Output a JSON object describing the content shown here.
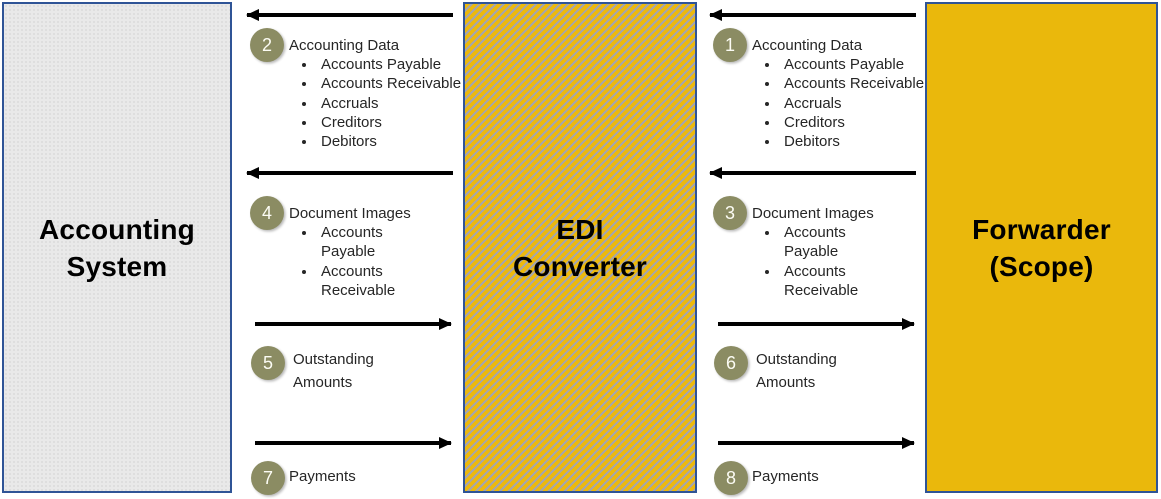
{
  "boxes": {
    "accounting_system": {
      "line1": "Accounting",
      "line2": "System"
    },
    "edi_converter": {
      "line1": "EDI",
      "line2": "Converter"
    },
    "forwarder": {
      "line1": "Forwarder",
      "line2": "(Scope)"
    }
  },
  "colors": {
    "box_border": "#2F5496",
    "accounting_fill": "#E9E9E9",
    "gold_fill": "#EAB80C",
    "stripe_gold": "#EDB90B",
    "stripe_gray": "#A5A5AD",
    "badge_olive": "#8B8C63",
    "arrow": "#000000"
  },
  "flows": {
    "left": [
      {
        "number": "2",
        "direction": "left",
        "label": "Accounting Data",
        "bullets": [
          "Accounts Payable",
          "Accounts Receivable",
          "Accruals",
          "Creditors",
          "Debitors"
        ]
      },
      {
        "number": "4",
        "direction": "left",
        "label": "Document Images",
        "bullets": [
          "Accounts Payable",
          "Accounts Receivable"
        ]
      },
      {
        "number": "5",
        "direction": "right",
        "label": "Outstanding Amounts",
        "bullets": []
      },
      {
        "number": "7",
        "direction": "right",
        "label": "Payments",
        "bullets": []
      }
    ],
    "right": [
      {
        "number": "1",
        "direction": "left",
        "label": "Accounting Data",
        "bullets": [
          "Accounts Payable",
          "Accounts Receivable",
          "Accruals",
          "Creditors",
          "Debitors"
        ]
      },
      {
        "number": "3",
        "direction": "left",
        "label": "Document Images",
        "bullets": [
          "Accounts Payable",
          "Accounts Receivable"
        ]
      },
      {
        "number": "6",
        "direction": "right",
        "label": "Outstanding Amounts",
        "bullets": []
      },
      {
        "number": "8",
        "direction": "right",
        "label": "Payments",
        "bullets": []
      }
    ]
  }
}
